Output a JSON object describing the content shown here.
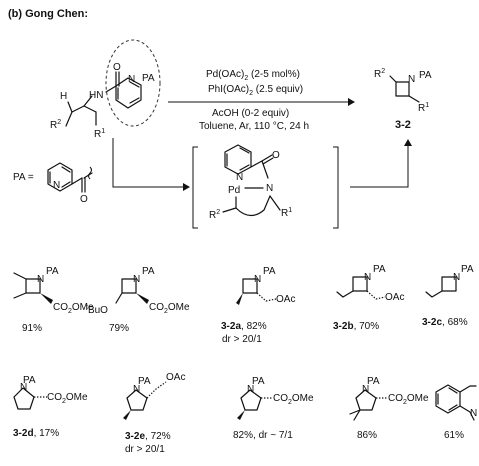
{
  "header": {
    "title": "(b) Gong Chen:"
  },
  "scheme": {
    "directing_group_label": "PA",
    "pa_definition_label": "PA =",
    "cond_line1": "Pd(OAc)",
    "cond_line1_sub": "2",
    "cond_line1_tail": " (2-5 mol%)",
    "cond_line2": "PhI(OAc)",
    "cond_line2_sub": "2",
    "cond_line2_tail": " (2.5 equiv)",
    "cond_line3": "AcOH (0-2 equiv)",
    "cond_line4": "Toluene, Ar, 110 °C, 24 h",
    "product_id": "3-2",
    "atoms": {
      "H": "H",
      "HN": "HN",
      "O": "O",
      "N": "N",
      "Pd": "Pd",
      "R1": "R",
      "R2": "R",
      "sup1": "1",
      "sup2": "2",
      "OMe": "OMe",
      "OAc": "OAc",
      "CO2Me": "CO",
      "tBu": "t",
      "BuO": "BuO"
    }
  },
  "products": [
    {
      "yield": "91%"
    },
    {
      "yield": "79%"
    },
    {
      "id": "3-2a",
      "yield": ", 82%",
      "dr": "dr > 20/1"
    },
    {
      "id": "3-2b",
      "yield": ", 70%"
    },
    {
      "id": "3-2c",
      "yield": ", 68%"
    },
    {
      "id": "3-2d",
      "yield": ", 17%"
    },
    {
      "id": "3-2e",
      "yield": ", 72%",
      "dr": "dr > 20/1"
    },
    {
      "yield": "82%, dr ~ 7/1"
    },
    {
      "yield": "86%"
    },
    {
      "yield": "61%"
    }
  ]
}
